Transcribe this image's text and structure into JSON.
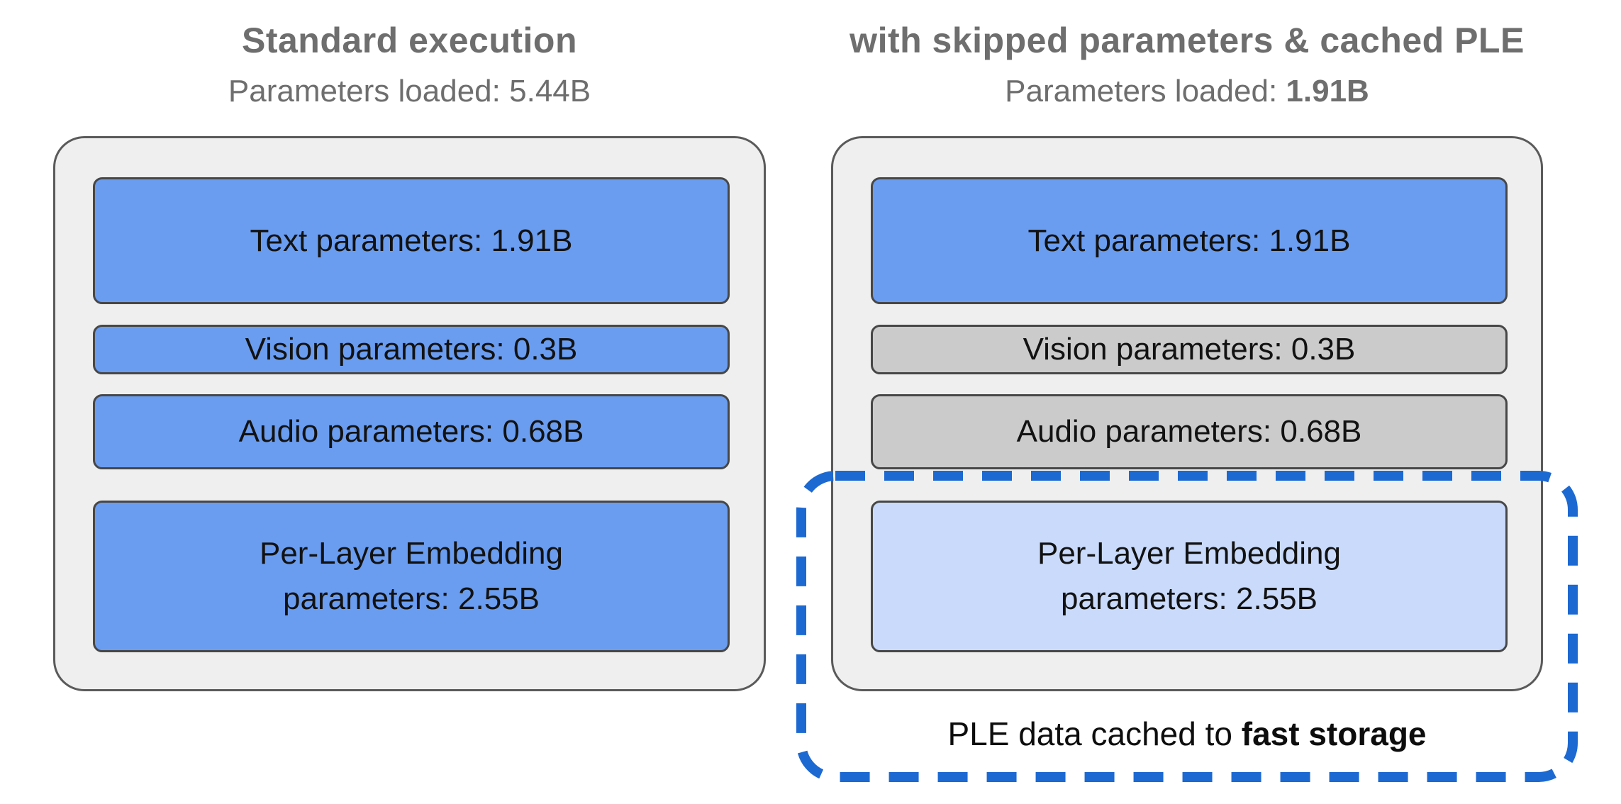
{
  "colors": {
    "container_bg": "#efefef",
    "container_border": "#5a5a5a",
    "box_border": "#474747",
    "loaded_blue": "#6a9df0",
    "skipped_gray": "#cbcbcb",
    "cached_light_blue": "#c9dafb",
    "dashed_outline_blue": "#1c69d2",
    "heading_gray": "#6e6e6e",
    "label_black": "#121212"
  },
  "left_panel": {
    "title": "Standard execution",
    "subtitle_label": "Parameters loaded:",
    "subtitle_value": "5.44B",
    "boxes": {
      "text": {
        "label": "Text parameters: 1.91B"
      },
      "vision": {
        "label": "Vision parameters: 0.3B"
      },
      "audio": {
        "label": "Audio parameters: 0.68B"
      },
      "ple": {
        "label_line1": "Per-Layer Embedding",
        "label_line2": "parameters: 2.55B"
      }
    }
  },
  "right_panel": {
    "title": "with skipped parameters & cached PLE",
    "subtitle_label": "Parameters loaded:",
    "subtitle_value": "1.91B",
    "boxes": {
      "text": {
        "label": "Text parameters: 1.91B"
      },
      "vision": {
        "label": "Vision parameters: 0.3B"
      },
      "audio": {
        "label": "Audio parameters: 0.68B"
      },
      "ple": {
        "label_line1": "Per-Layer Embedding",
        "label_line2": "parameters: 2.55B"
      }
    },
    "caption_prefix": "PLE data cached to ",
    "caption_bold": "fast storage"
  }
}
